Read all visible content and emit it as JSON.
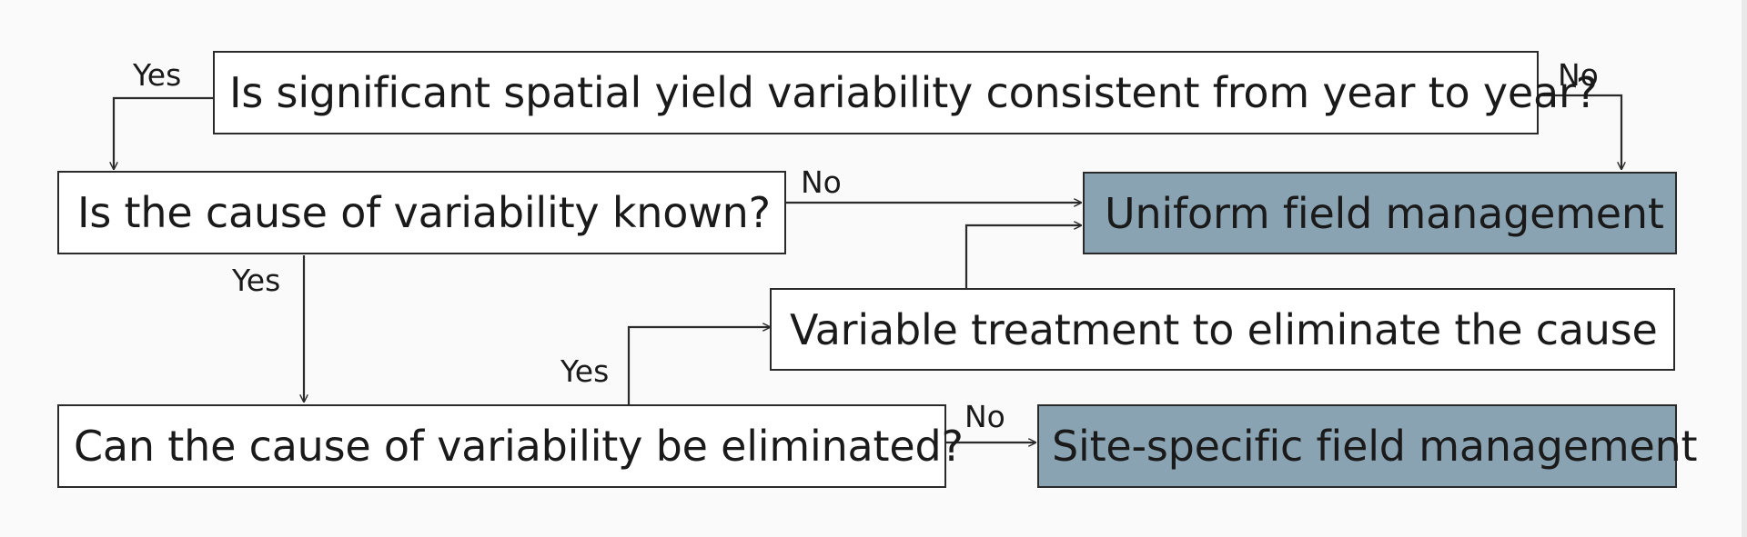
{
  "nodes": {
    "q1": "Is significant spatial yield variability consistent from year to year?",
    "q2": "Is the cause of variability known?",
    "q3": "Can the cause of variability be eliminated?",
    "treatment": "Variable treatment to eliminate the cause",
    "uniform": "Uniform field management",
    "site_specific": "Site-specific field management"
  },
  "edge_labels": {
    "q1_yes": "Yes",
    "q1_no": "No",
    "q2_no": "No",
    "q2_yes": "Yes",
    "q3_yes": "Yes",
    "q3_no": "No"
  },
  "colors": {
    "outcome_fill": "#8aa3b2",
    "line": "#2a2a2a"
  }
}
